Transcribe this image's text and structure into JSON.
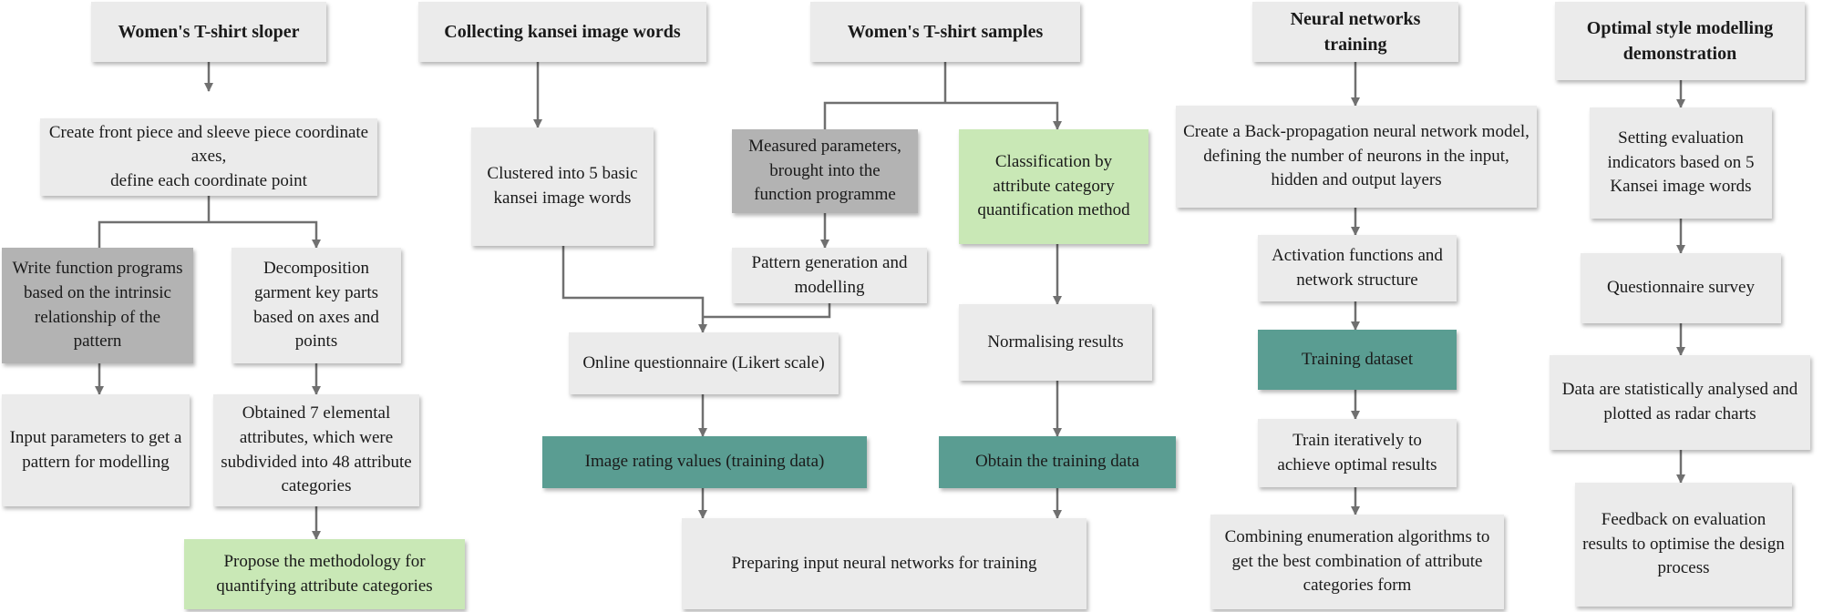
{
  "colors": {
    "box": "#ebebeb",
    "box_dark": "#b3b3b3",
    "box_green": "#c9e8b6",
    "box_teal": "#5a9d92",
    "connector": "#707070"
  },
  "columns": {
    "sloper": {
      "heading": "Women's T-shirt sloper",
      "create_axes": "Create front piece and sleeve piece coordinate axes,\ndefine each coordinate point",
      "write_function": "Write function programs based on the intrinsic relationship of the pattern",
      "decomposition": "Decomposition garment key parts based on axes and points",
      "input_parameters": "Input parameters to get a pattern for modelling",
      "obtained_attributes": "Obtained 7 elemental attributes, which were subdivided into 48 attribute categories",
      "propose_method": "Propose the methodology for quantifying attribute categories"
    },
    "kansei": {
      "heading": "Collecting kansei image words",
      "clustered": "Clustered into 5 basic kansei image words",
      "online_questionnaire": "Online questionnaire (Likert scale)",
      "image_rating": "Image rating values (training data)",
      "preparing_input": "Preparing input neural networks for training"
    },
    "samples": {
      "heading": "Women's T-shirt samples",
      "measured_parameters": "Measured parameters, brought into the function programme",
      "pattern_generation": "Pattern generation and modelling",
      "classification": "Classification by attribute category quantification method",
      "normalising": "Normalising results",
      "obtain_training": "Obtain the training data"
    },
    "neural": {
      "heading": "Neural networks training",
      "create_bp": "Create a Back-propagation neural network model, defining the number of neurons in the input, hidden and output layers",
      "activation": "Activation functions and network structure",
      "training_dataset": "Training dataset",
      "train_iteratively": "Train iteratively to achieve optimal results",
      "combining": "Combining enumeration algorithms to get the best combination of attribute categories form"
    },
    "optimal": {
      "heading": "Optimal style modelling demonstration",
      "setting_indicators": "Setting evaluation indicators based on 5 Kansei image words",
      "questionnaire_survey": "Questionnaire survey",
      "data_analysed": "Data are statistically analysed and plotted as radar charts",
      "feedback": "Feedback on evaluation results to optimise the design process"
    }
  }
}
